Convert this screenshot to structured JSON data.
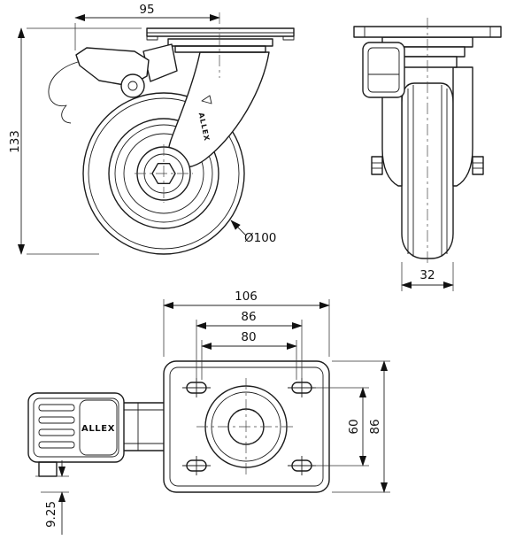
{
  "side_view": {
    "dim_width": "95",
    "dim_height": "133",
    "wheel_diameter": "Ø100",
    "brand_logo": "ALLEX"
  },
  "front_view": {
    "dim_wheel_width": "32"
  },
  "plan_view": {
    "dim_overall_width": "106",
    "dim_bolt_spacing_outer": "86",
    "dim_bolt_spacing_inner": "80",
    "dim_bolt_spacing_vertical": "60",
    "dim_overall_height": "86",
    "dim_pedal_offset": "9.25",
    "brand_label": "ALLEX"
  }
}
